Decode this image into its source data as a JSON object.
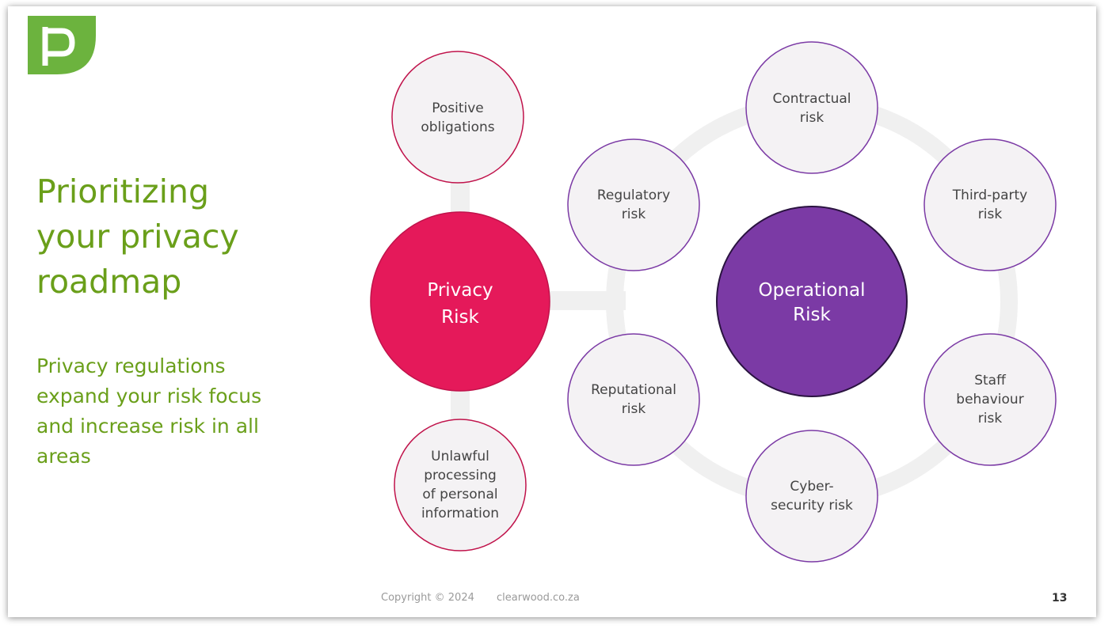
{
  "title_lines": [
    "Prioritizing",
    "your privacy",
    "roadmap"
  ],
  "subtitle_lines": [
    "Privacy regulations",
    "expand your risk focus",
    "and increase risk in all",
    "areas"
  ],
  "diagram": {
    "hubs": [
      {
        "id": "privacy",
        "lines": [
          "Privacy",
          "Risk"
        ],
        "fill": "#e5195a"
      },
      {
        "id": "operational",
        "lines": [
          "Operational",
          "Risk"
        ],
        "fill": "#7b3aa5"
      }
    ],
    "privacy_nodes": [
      {
        "lines": [
          "Positive",
          "obligations"
        ]
      },
      {
        "lines": [
          "Unlawful",
          "processing",
          "of personal",
          "information"
        ]
      }
    ],
    "operational_nodes": [
      {
        "lines": [
          "Contractual",
          "risk"
        ]
      },
      {
        "lines": [
          "Third-party",
          "risk"
        ]
      },
      {
        "lines": [
          "Staff",
          "behaviour",
          "risk"
        ]
      },
      {
        "lines": [
          "Cyber-",
          "security risk"
        ]
      },
      {
        "lines": [
          "Reputational",
          "risk"
        ]
      },
      {
        "lines": [
          "Regulatory",
          "risk"
        ]
      }
    ],
    "colors": {
      "privacy_accent": "#e5195a",
      "operational_accent": "#7b3aa5",
      "node_fill": "#f4f2f4",
      "connector": "#f0f0f0"
    }
  },
  "footer": {
    "copyright": "Copyright © 2024",
    "website": "clearwood.co.za",
    "page_number": "13"
  },
  "brand": {
    "logo_color": "#6cb33e"
  }
}
